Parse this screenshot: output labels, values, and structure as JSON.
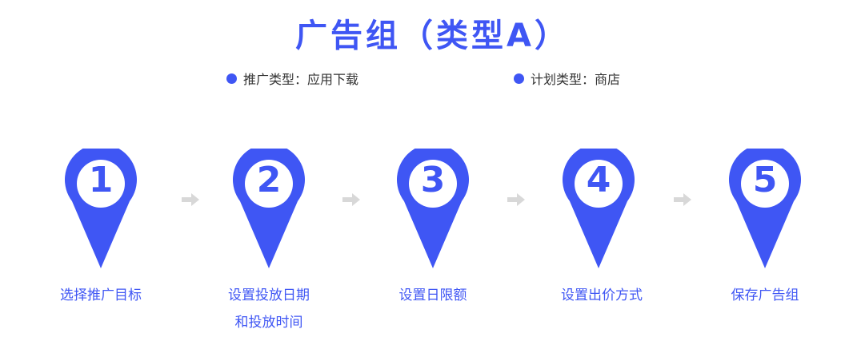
{
  "title": "广告组（类型A）",
  "meta": [
    {
      "label": "推广类型：应用下载"
    },
    {
      "label": "计划类型：商店"
    }
  ],
  "steps": [
    {
      "number": "1",
      "lines": [
        "选择推广目标"
      ]
    },
    {
      "number": "2",
      "lines": [
        "设置投放日期",
        "和投放时间"
      ]
    },
    {
      "number": "3",
      "lines": [
        "设置日限额"
      ]
    },
    {
      "number": "4",
      "lines": [
        "设置出价方式"
      ]
    },
    {
      "number": "5",
      "lines": [
        "保存广告组"
      ]
    }
  ],
  "colors": {
    "accent": "#3f56f4",
    "arrow": "#d8d8d8"
  },
  "icons": {
    "pin": "map-pin-icon",
    "arrow": "arrow-right-icon"
  }
}
